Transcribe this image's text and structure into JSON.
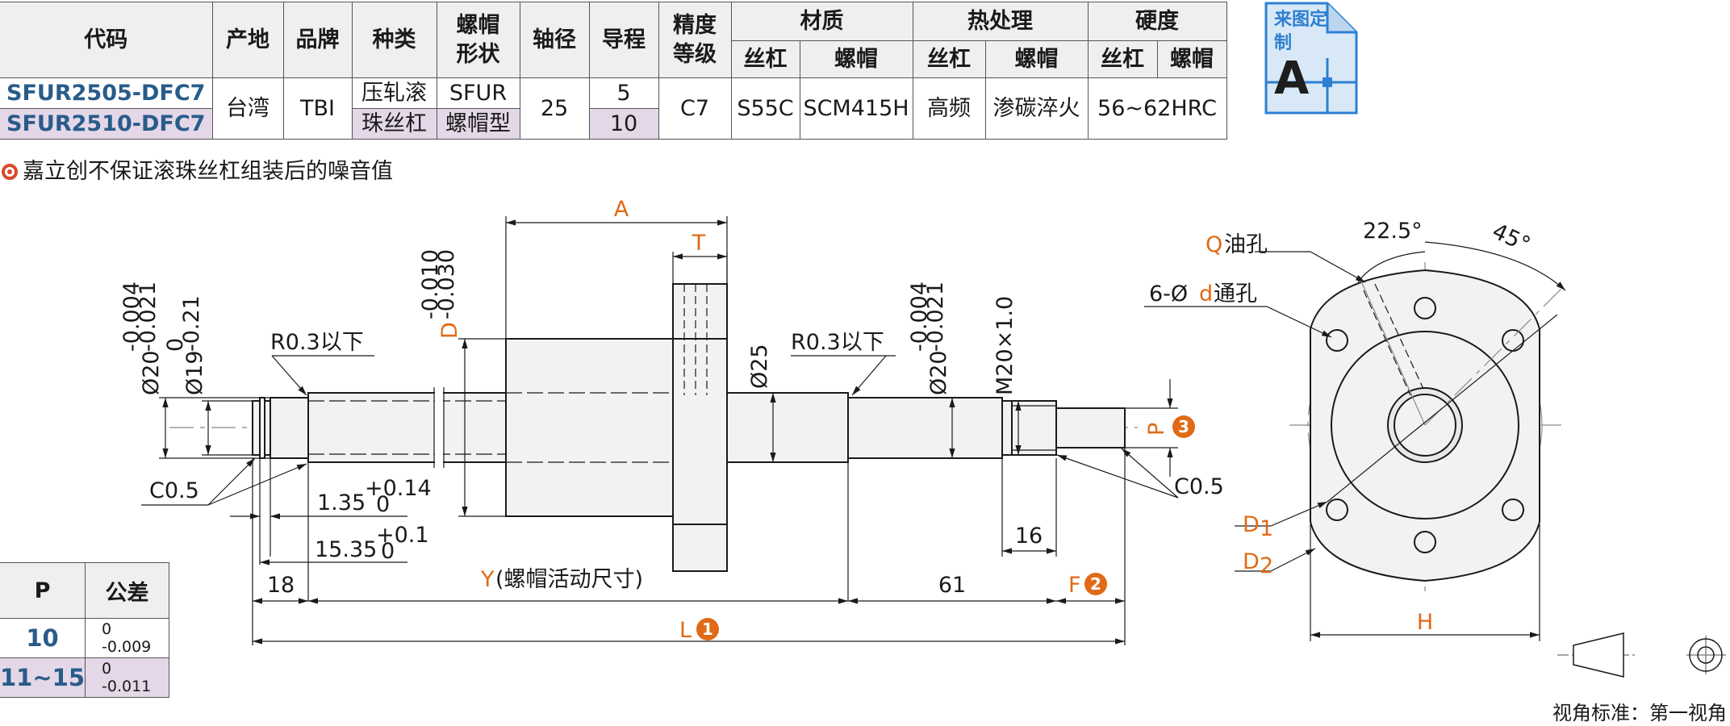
{
  "spec_table": {
    "headers": {
      "code": "代码",
      "origin": "产地",
      "brand": "品牌",
      "type": "种类",
      "nut_shape": "螺帽形状",
      "shaft_dia": "轴径",
      "lead": "导程",
      "accuracy": "精度等级",
      "material": "材质",
      "heat_treatment": "热处理",
      "hardness": "硬度",
      "screw": "丝杠",
      "nut": "螺帽"
    },
    "rows": [
      {
        "code": "SFUR2505-DFC7",
        "lead": "5"
      },
      {
        "code": "SFUR2510-DFC7",
        "lead": "10"
      }
    ],
    "shared": {
      "origin": "台湾",
      "brand": "TBI",
      "type_line1": "压轧滚",
      "type_line2": "珠丝杠",
      "nut_shape_line1": "SFUR",
      "nut_shape_line2": "螺帽型",
      "shaft_dia": "25",
      "accuracy": "C7",
      "material_screw": "S55C",
      "material_nut": "SCM415H",
      "heat_screw": "高频",
      "heat_nut": "渗碳淬火",
      "hardness": "56~62HRC"
    }
  },
  "badge": {
    "text": "来图定制",
    "letter": "A"
  },
  "notice": "嘉立创不保证滚珠丝杠组装后的噪音值",
  "drawing": {
    "A": "A",
    "T": "T",
    "D": "D",
    "D_tol_upper": "-0.010",
    "D_tol_lower": "-0.030",
    "dia20_left": "Ø20",
    "dia20_left_tol_upper": "-0.004",
    "dia20_left_tol_lower": "-0.021",
    "dia19": "Ø19",
    "dia19_tol_upper": "0",
    "dia19_tol_lower": "-0.21",
    "r_left": "R0.3以下",
    "r_right": "R0.3以下",
    "dia25": "Ø25",
    "dia20_right": "Ø20",
    "dia20_right_tol_upper": "-0.004",
    "dia20_right_tol_lower": "-0.021",
    "m20": "M20×1.0",
    "c05_left": "C0.5",
    "c05_right": "C0.5",
    "dim135": "1.35",
    "dim135_tol_upper": "+0.14",
    "dim135_tol_lower": "0",
    "dim1535": "15.35",
    "dim1535_tol_upper": "+0.1",
    "dim1535_tol_lower": "0",
    "dim18": "18",
    "Y": "Y",
    "Y_desc": "(螺帽活动尺寸)",
    "dim61": "61",
    "F": "F",
    "dim16": "16",
    "P": "P",
    "L": "L",
    "n1": "1",
    "n2": "2",
    "n3": "3",
    "Q": "Q",
    "Q_desc": "油孔",
    "holes_prefix": "6-Ø",
    "holes_d": "d",
    "holes_desc": "通孔",
    "angle_225": "22.5°",
    "angle_45": "45°",
    "D1": "D",
    "D1_sub": "1",
    "D2": "D",
    "D2_sub": "2",
    "H": "H"
  },
  "tolerance_table": {
    "headers": {
      "p": "P",
      "tol": "公差"
    },
    "rows": [
      {
        "p": "10",
        "upper": "0",
        "lower": "-0.009"
      },
      {
        "p": "11~15",
        "upper": "0",
        "lower": "-0.011"
      }
    ]
  },
  "projection": "视角标准：第一视角",
  "colors": {
    "code_blue": "#285c8a",
    "accent_orange": "#e06a16",
    "row_purple": "#e4d7e8",
    "badge_blue": "#2e7fd0"
  }
}
